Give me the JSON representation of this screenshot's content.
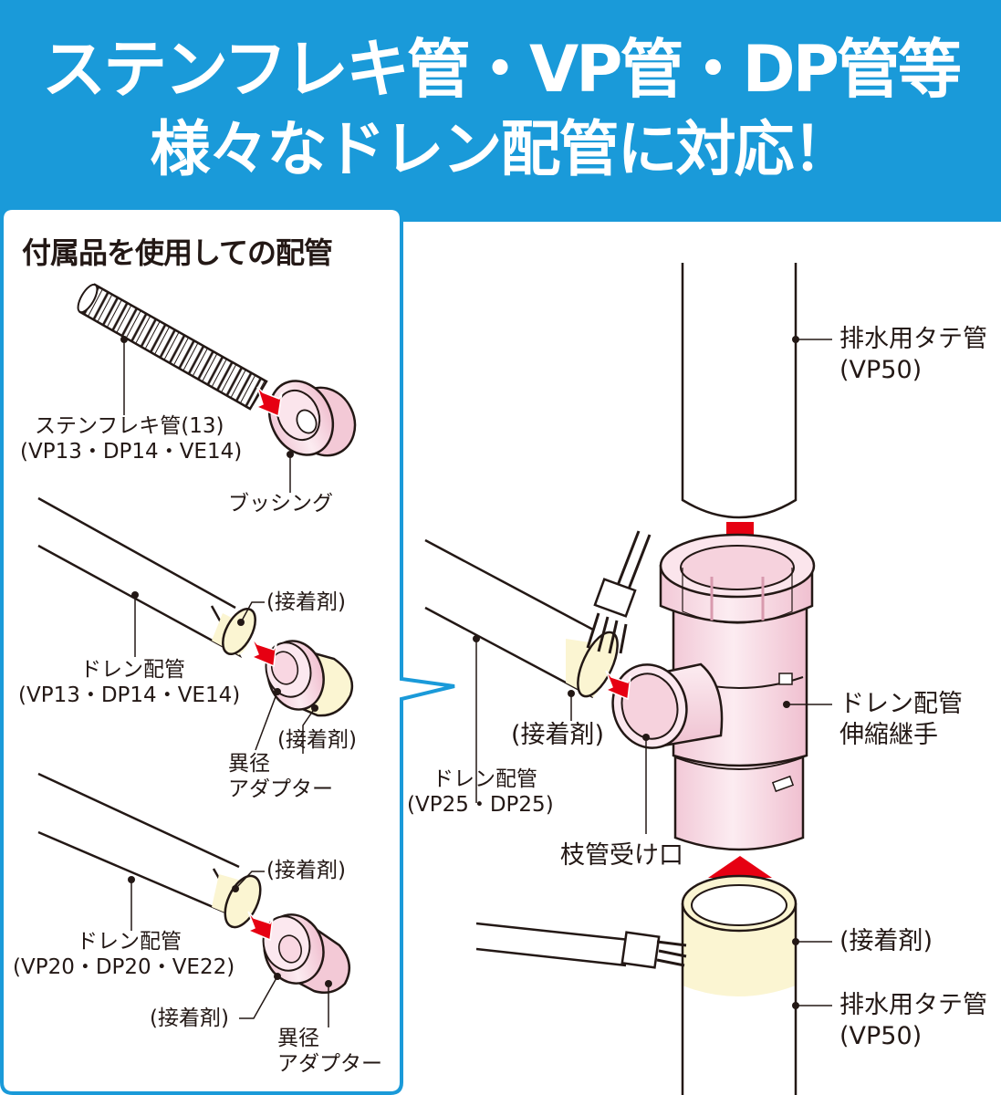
{
  "header": {
    "line1": "ステンフレキ管・VP管・DP管等",
    "line2": "様々なドレン配管に対応！"
  },
  "panel": {
    "title": "付属品を使用しての配管",
    "flex": {
      "pipe_label_1": "ステンフレキ管(13)",
      "pipe_label_2": "(VP13・DP14・VE14)",
      "bushing_label": "ブッシング"
    },
    "drain_small": {
      "adhesive_top": "(接着剤)",
      "pipe_label_1": "ドレン配管",
      "pipe_label_2": "(VP13・DP14・VE14)",
      "adhesive_bottom": "(接着剤)",
      "adapter_label_1": "異径",
      "adapter_label_2": "アダプター"
    },
    "drain_large": {
      "adhesive_top": "(接着剤)",
      "pipe_label_1": "ドレン配管",
      "pipe_label_2": "(VP20・DP20・VE22)",
      "adhesive_bottom": "(接着剤)",
      "adapter_label_1": "異径",
      "adapter_label_2": "アダプター"
    }
  },
  "main": {
    "top_pipe_label_1": "排水用タテ管",
    "top_pipe_label_2": "(VP50)",
    "joint_label_1": "ドレン配管",
    "joint_label_2": "伸縮継手",
    "branch_adhesive": "(接着剤)",
    "branch_pipe_label_1": "ドレン配管",
    "branch_pipe_label_2": "(VP25・DP25)",
    "branch_inlet_label": "枝管受け口",
    "bottom_adhesive": "(接着剤)",
    "bottom_pipe_label_1": "排水用タテ管",
    "bottom_pipe_label_2": "(VP50)"
  },
  "colors": {
    "header_blue": "#1a9ad9",
    "arrow_red": "#e60012",
    "fitting_pink": "#f9e3ea",
    "adhesive_cream": "#fbf5d2",
    "line": "#231815"
  }
}
